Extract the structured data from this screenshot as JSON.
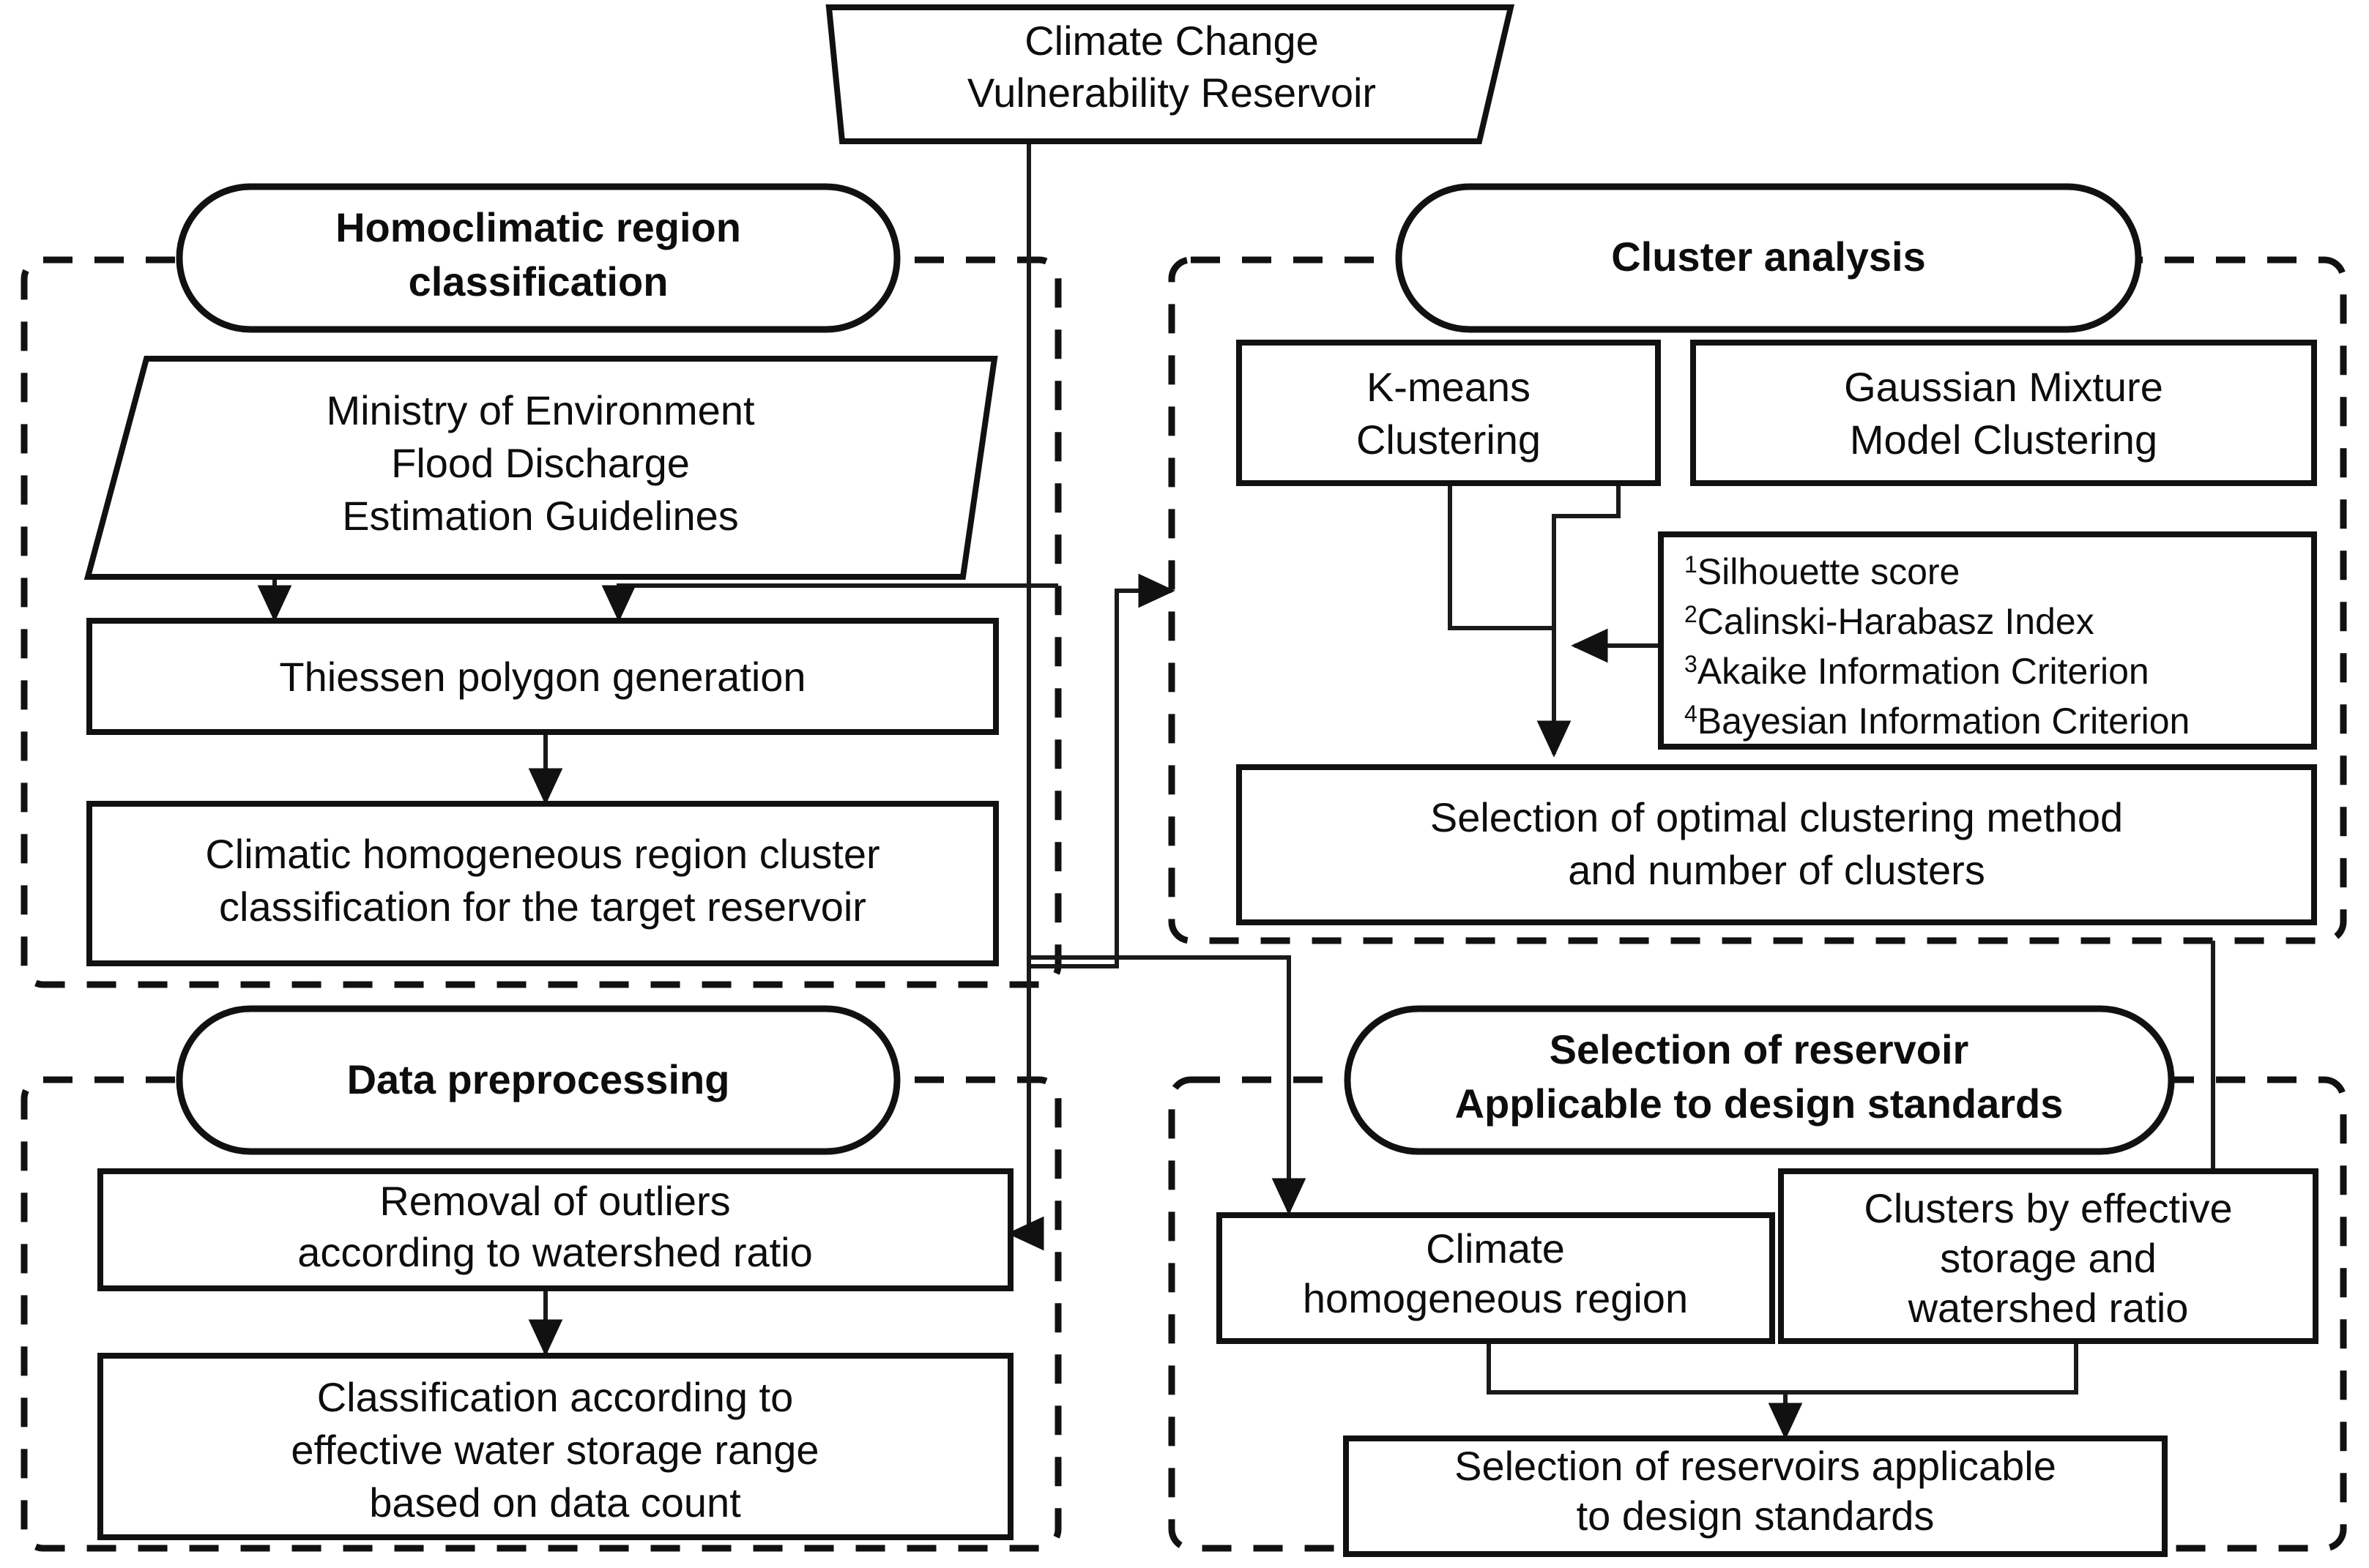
{
  "title": "Climate change vulnerability reservoir selection flowchart",
  "start_node": {
    "shape": "parallelogram",
    "line1": "Climate Change",
    "line2": "Vulnerability Reservoir"
  },
  "groups": [
    {
      "id": "homoclimatic",
      "title_line1": "Homoclimatic region",
      "title_line2": "classification",
      "nodes": [
        {
          "id": "guidelines",
          "shape": "parallelogram",
          "line1": "Ministry of Environment",
          "line2": "Flood Discharge",
          "line3": "Estimation Guidelines"
        },
        {
          "id": "thiessen",
          "shape": "rect",
          "line1": "Thiessen polygon generation"
        },
        {
          "id": "climatic-cluster",
          "shape": "rect",
          "line1": "Climatic homogeneous region cluster",
          "line2": "classification for the target reservoir"
        }
      ]
    },
    {
      "id": "cluster-analysis",
      "title_line1": "Cluster analysis",
      "title_line2": "",
      "nodes": [
        {
          "id": "kmeans",
          "shape": "rect",
          "line1": "K-means",
          "line2": "Clustering"
        },
        {
          "id": "gmm",
          "shape": "rect",
          "line1": "Gaussian Mixture",
          "line2": "Model Clustering"
        },
        {
          "id": "criteria",
          "shape": "rect",
          "items": [
            {
              "sup": "1",
              "text": "Silhouette score"
            },
            {
              "sup": "2",
              "text": "Calinski-Harabasz Index"
            },
            {
              "sup": "3",
              "text": "Akaike Information Criterion"
            },
            {
              "sup": "4",
              "text": "Bayesian Information Criterion"
            }
          ]
        },
        {
          "id": "optimal",
          "shape": "rect",
          "line1": "Selection of optimal clustering method",
          "line2": "and number of clusters"
        }
      ]
    },
    {
      "id": "data-preprocessing",
      "title_line1": "Data preprocessing",
      "title_line2": "",
      "nodes": [
        {
          "id": "outliers",
          "shape": "rect",
          "line1": "Removal of outliers",
          "line2": "according to watershed ratio"
        },
        {
          "id": "storage-class",
          "shape": "rect",
          "line1": "Classification according to",
          "line2": "effective water storage range",
          "line3": "based on data count"
        }
      ]
    },
    {
      "id": "reservoir-selection",
      "title_line1": "Selection of reservoir",
      "title_line2": "Applicable to design standards",
      "nodes": [
        {
          "id": "climate-region",
          "shape": "rect",
          "line1": "Climate",
          "line2": "homogeneous region"
        },
        {
          "id": "clusters-storage",
          "shape": "rect",
          "line1": "Clusters by effective",
          "line2": "storage and",
          "line3": "watershed ratio"
        },
        {
          "id": "final-selection",
          "shape": "rect",
          "line1": "Selection of reservoirs applicable",
          "line2": "to design standards"
        }
      ]
    }
  ],
  "colors": {
    "stroke": "#0d0d0d",
    "connector": "#1a1a1a",
    "background": "#ffffff",
    "text": "#0d0d0d"
  }
}
